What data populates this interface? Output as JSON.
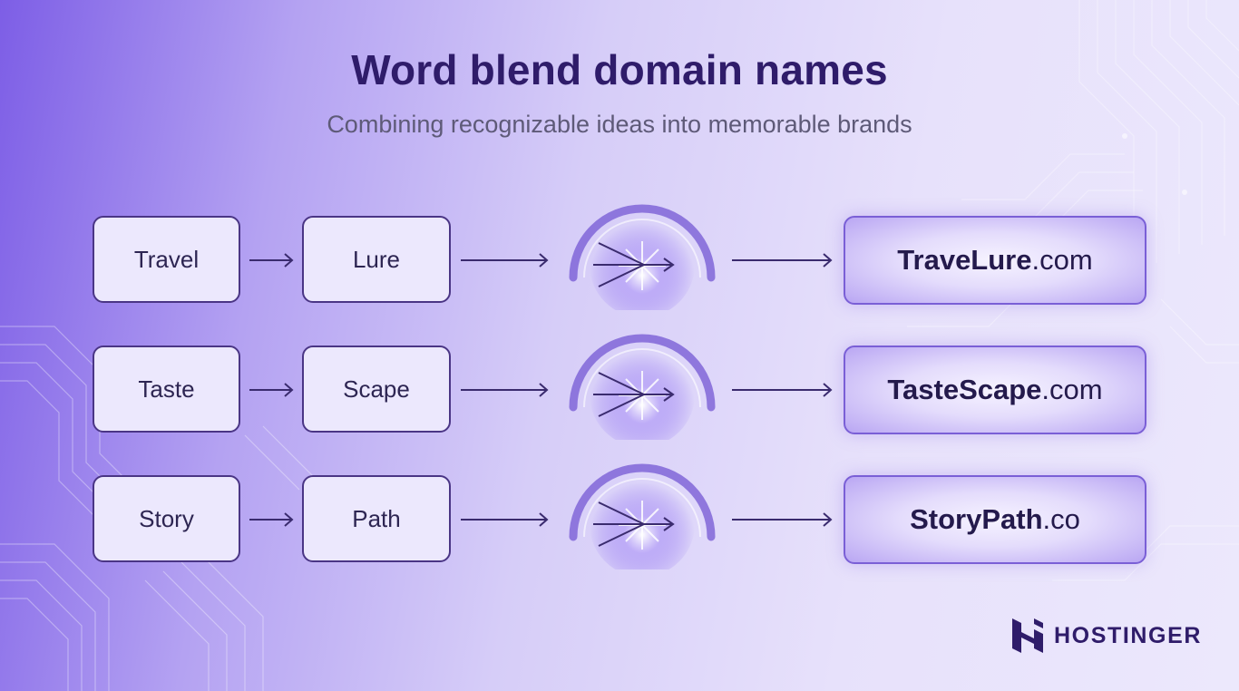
{
  "header": {
    "title": "Word blend domain names",
    "subtitle": "Combining recognizable ideas into memorable brands"
  },
  "rows": [
    {
      "word1": "Travel",
      "word2": "Lure",
      "result_name": "TraveLure",
      "result_tld": ".com"
    },
    {
      "word1": "Taste",
      "word2": "Scape",
      "result_name": "TasteScape",
      "result_tld": ".com"
    },
    {
      "word1": "Story",
      "word2": "Path",
      "result_name": "StoryPath",
      "result_tld": ".co"
    }
  ],
  "brand": {
    "name": "HOSTINGER",
    "icon": "hostinger-logo-icon"
  },
  "colors": {
    "accent": "#2f1c6a",
    "box_border": "#4a3585",
    "result_border": "#7a5fd6",
    "glow": "#8b6cf0"
  }
}
